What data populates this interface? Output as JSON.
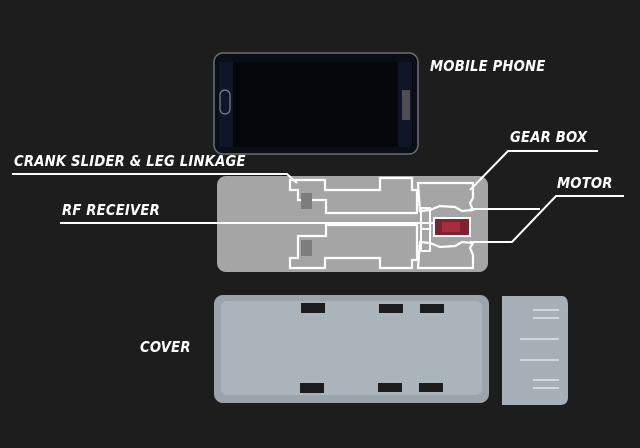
{
  "labels": {
    "mobile_phone": "MOBILE PHONE",
    "gear_box": "GEAR BOX",
    "crank_slider": "CRANK SLIDER & LEG LINKAGE",
    "motor": "MOTOR",
    "rf_receiver": "RF RECEIVER",
    "cover": "COVER"
  },
  "colors": {
    "background": "#1e1d1e",
    "label_text": "#ffffff",
    "base_plate": "#a4a5a4",
    "cover": "#a8b2b8",
    "phone": "#0d0f16",
    "rf_receiver": "#8a2230"
  }
}
